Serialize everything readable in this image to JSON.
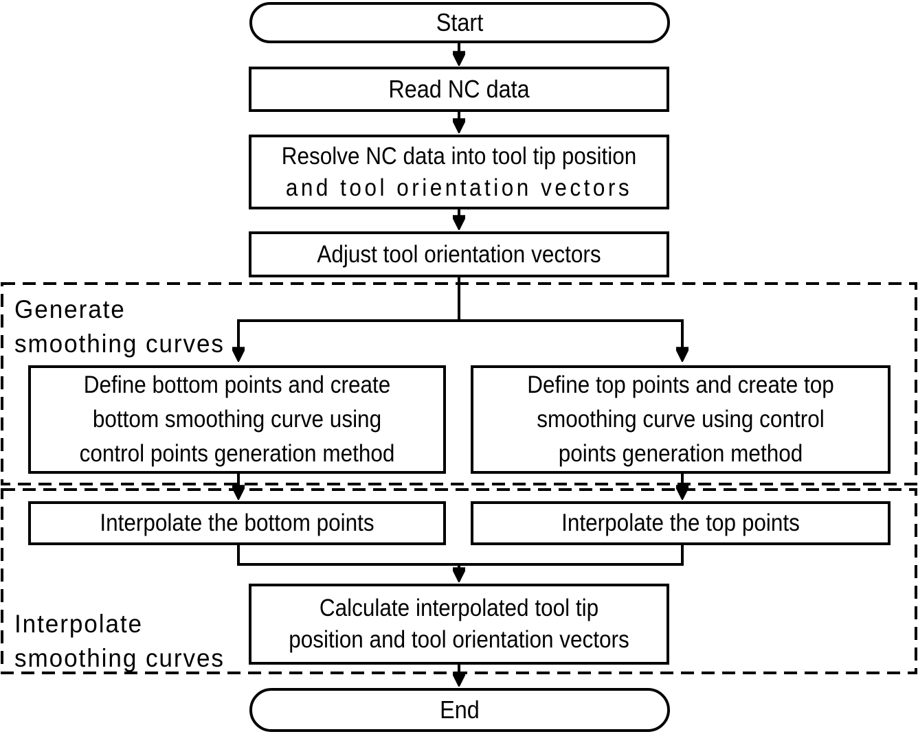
{
  "diagram": {
    "type": "flowchart",
    "ink_color": "#000000",
    "background_color": "#ffffff",
    "nodes": {
      "start": {
        "shape": "terminator",
        "lines": [
          "Start"
        ]
      },
      "read_nc": {
        "shape": "process",
        "lines": [
          "Read NC data"
        ]
      },
      "resolve": {
        "shape": "process",
        "lines": [
          "Resolve NC data into tool tip position",
          "and tool orientation vectors"
        ]
      },
      "adjust": {
        "shape": "process",
        "lines": [
          "Adjust tool orientation vectors"
        ]
      },
      "define_bottom": {
        "shape": "process",
        "lines": [
          "Define bottom points and create",
          "bottom smoothing curve using",
          "control points generation method"
        ]
      },
      "define_top": {
        "shape": "process",
        "lines": [
          "Define top points and create top",
          "smoothing curve using control",
          "points generation method"
        ]
      },
      "interp_bottom": {
        "shape": "process",
        "lines": [
          "Interpolate the bottom points"
        ]
      },
      "interp_top": {
        "shape": "process",
        "lines": [
          "Interpolate the top points"
        ]
      },
      "calculate": {
        "shape": "process",
        "lines": [
          "Calculate interpolated tool tip",
          "position and tool orientation vectors"
        ]
      },
      "end": {
        "shape": "terminator",
        "lines": [
          "End"
        ]
      }
    },
    "groups": {
      "generate": {
        "lines": [
          "Generate",
          "smoothing curves"
        ]
      },
      "interpolate": {
        "lines": [
          "Interpolate",
          "smoothing curves"
        ]
      }
    },
    "edges": [
      {
        "from": "start",
        "to": "read_nc"
      },
      {
        "from": "read_nc",
        "to": "resolve"
      },
      {
        "from": "resolve",
        "to": "adjust"
      },
      {
        "from": "adjust",
        "to": "define_bottom"
      },
      {
        "from": "adjust",
        "to": "define_top"
      },
      {
        "from": "define_bottom",
        "to": "interp_bottom"
      },
      {
        "from": "define_top",
        "to": "interp_top"
      },
      {
        "from": "interp_bottom",
        "to": "calculate"
      },
      {
        "from": "interp_top",
        "to": "calculate"
      },
      {
        "from": "calculate",
        "to": "end"
      }
    ]
  }
}
